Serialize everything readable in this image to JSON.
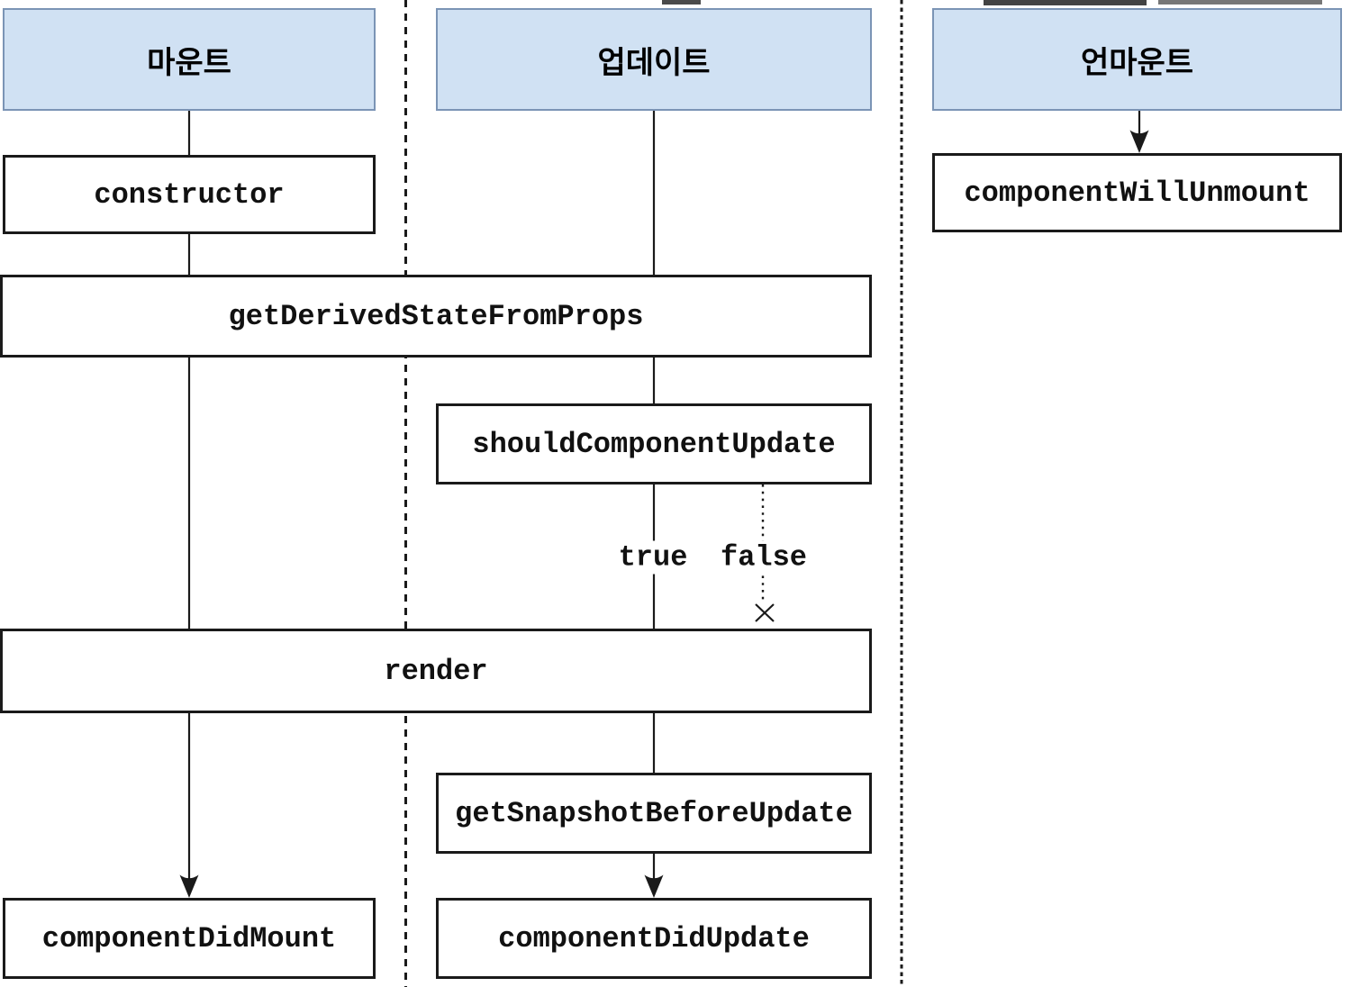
{
  "colors": {
    "header_fill": "#d0e1f3",
    "header_border": "#7b94b5",
    "box_border": "#1a1a1a",
    "box_fill": "#ffffff",
    "line": "#1a1a1a",
    "text": "#111111",
    "background": "#ffffff"
  },
  "columns": [
    {
      "header": "마운트"
    },
    {
      "header": "업데이트"
    },
    {
      "header": "언마운트"
    }
  ],
  "nodes": {
    "constructor": "constructor",
    "get_derived_state_from_props": "getDerivedStateFromProps",
    "should_component_update": "shouldComponentUpdate",
    "render": "render",
    "get_snapshot_before_update": "getSnapshotBeforeUpdate",
    "component_did_mount": "componentDidMount",
    "component_did_update": "componentDidUpdate",
    "component_will_unmount": "componentWillUnmount"
  },
  "branch_labels": {
    "true": "true",
    "false": "false"
  }
}
